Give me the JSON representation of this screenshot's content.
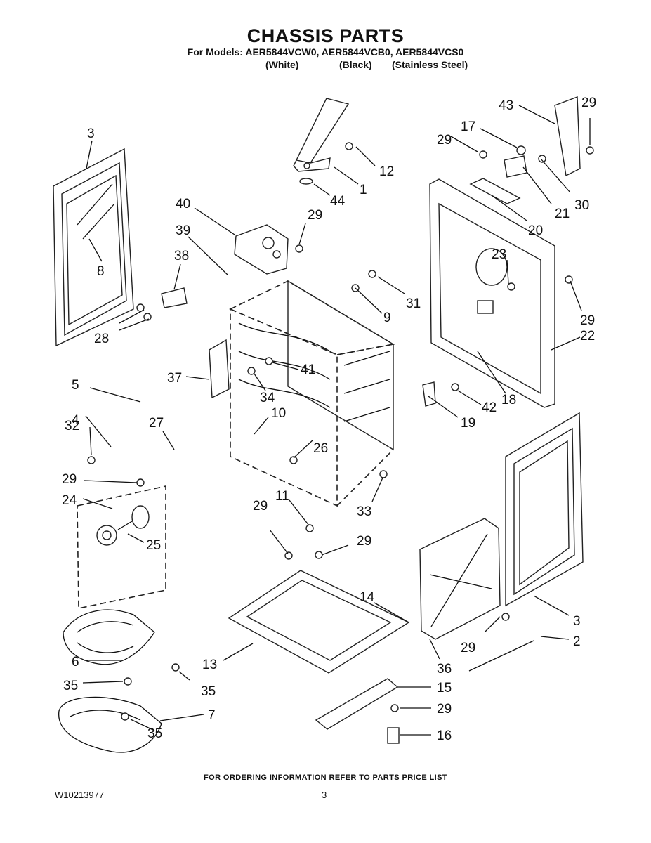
{
  "header": {
    "title": "CHASSIS PARTS",
    "models_line": "For Models: AER5844VCW0, AER5844VCB0, AER5844VCS0",
    "variants": [
      "(White)",
      "(Black)",
      "(Stainless Steel)"
    ]
  },
  "callouts": [
    "1",
    "2",
    "3",
    "3",
    "4",
    "5",
    "6",
    "7",
    "8",
    "9",
    "10",
    "11",
    "12",
    "13",
    "14",
    "15",
    "16",
    "17",
    "18",
    "19",
    "20",
    "21",
    "22",
    "23",
    "24",
    "25",
    "26",
    "27",
    "28",
    "29",
    "29",
    "29",
    "29",
    "29",
    "29",
    "29",
    "29",
    "29",
    "30",
    "31",
    "32",
    "33",
    "34",
    "35",
    "35",
    "35",
    "36",
    "37",
    "38",
    "39",
    "40",
    "41",
    "42",
    "43",
    "44"
  ],
  "footer": {
    "ordering_note": "FOR ORDERING INFORMATION REFER TO PARTS PRICE LIST",
    "doc_id": "W10213977",
    "page": "3"
  }
}
